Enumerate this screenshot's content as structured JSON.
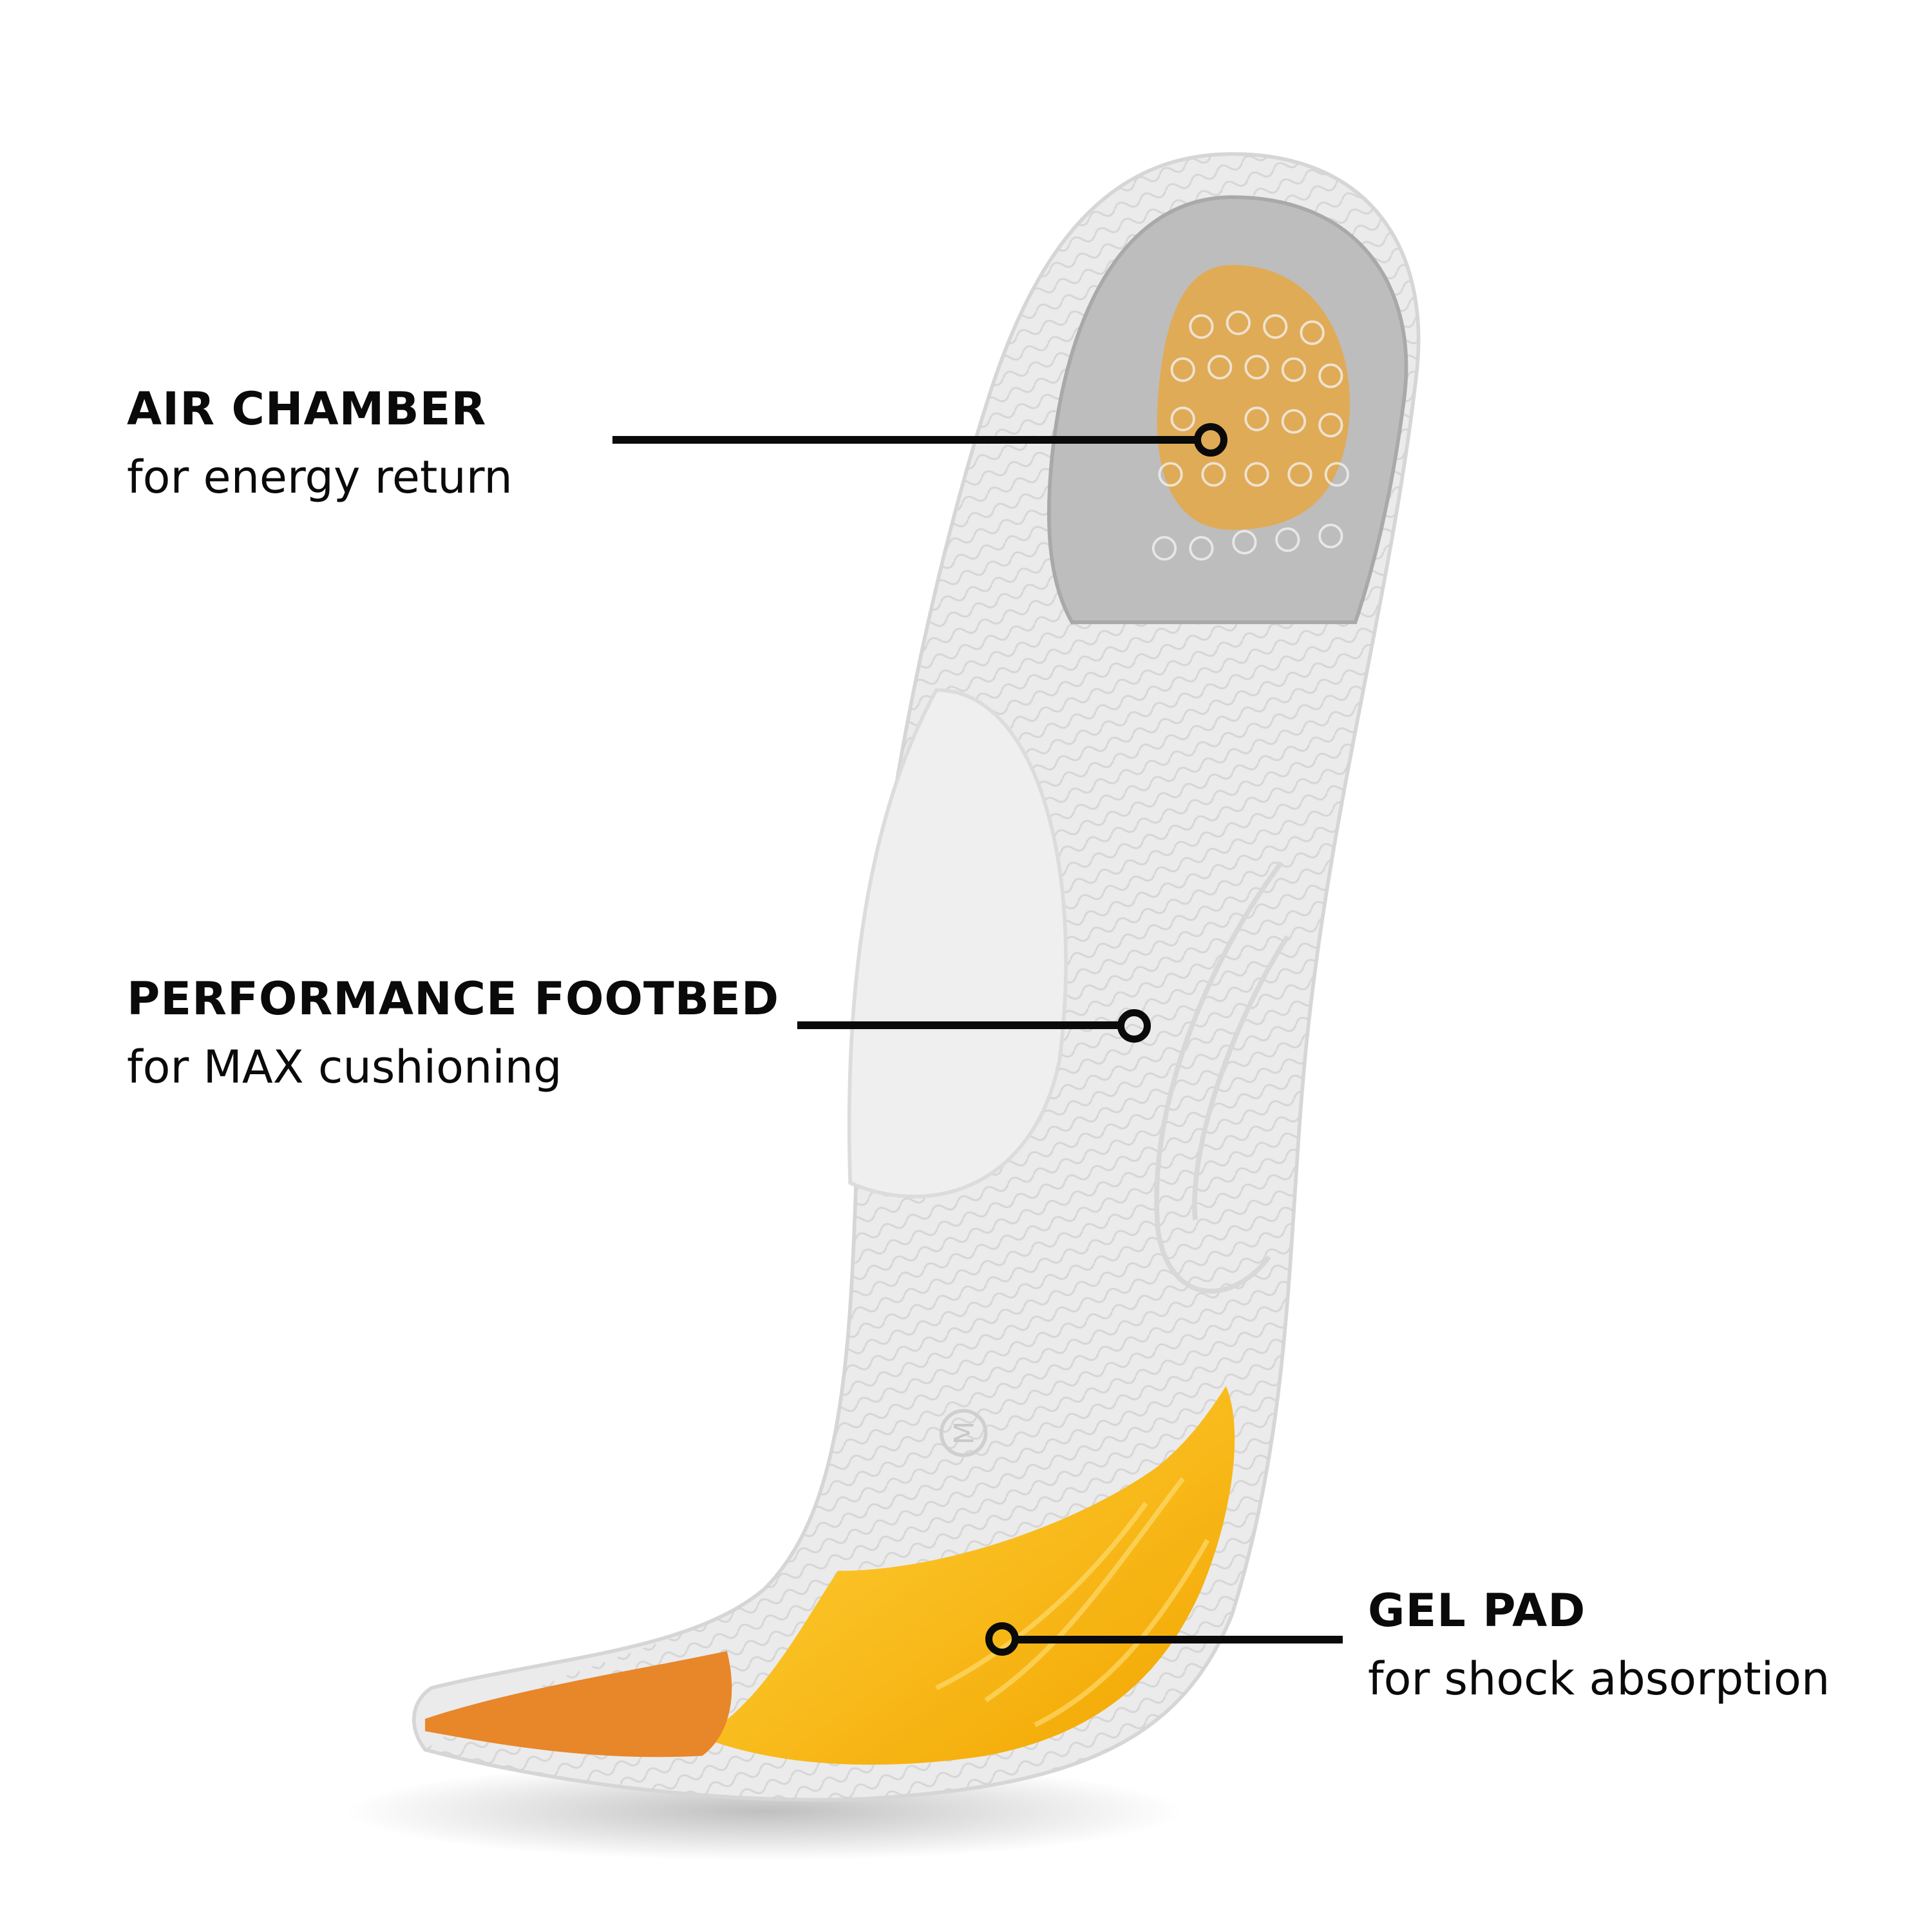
{
  "callouts": [
    {
      "title": "AIR CHAMBER",
      "subtitle": "for energy return"
    },
    {
      "title": "PERFORMANCE FOOTBED",
      "subtitle": "for MAX cushioning"
    },
    {
      "title": "GEL PAD",
      "subtitle": "for shock absorption"
    }
  ],
  "insole_size_mark": "M",
  "colors": {
    "text": "#0a0a0a",
    "insole": "#e9e9e9",
    "gel": "#f6b400",
    "toe": "#e8862a",
    "heel_cup": "#b9b9b9"
  }
}
